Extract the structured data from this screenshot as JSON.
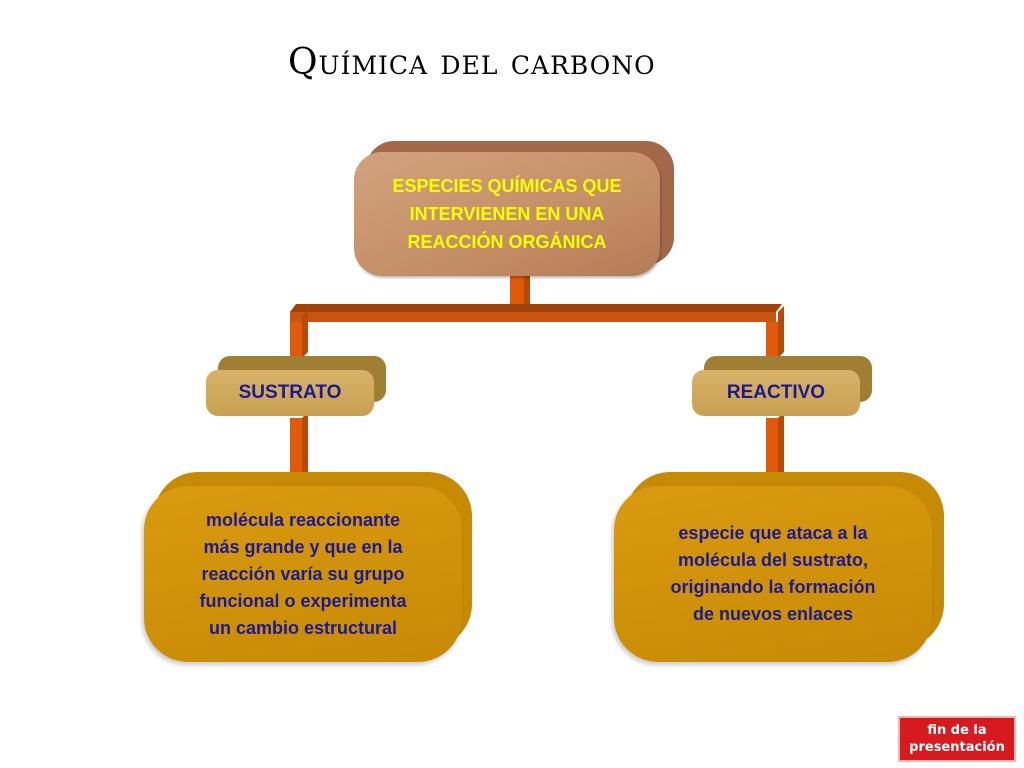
{
  "title": "Química del carbono",
  "root": {
    "lines": [
      "ESPECIES QUÍMICAS QUE",
      "INTERVIENEN EN UNA",
      "REACCIÓN ORGÁNICA"
    ]
  },
  "branches": [
    {
      "label": "SUSTRATO",
      "description": [
        "molécula reaccionante",
        "más grande y que en la",
        "reacción varía su grupo",
        "funcional o experimenta",
        "un cambio estructural"
      ]
    },
    {
      "label": "REACTIVO",
      "description": [
        "especie que ataca a la",
        "molécula del sustrato,",
        "originando la formación",
        "de nuevos enlaces"
      ]
    }
  ],
  "end_button": {
    "line1": "fin de la",
    "line2": "presentación"
  },
  "colors": {
    "root_text": "#ffff00",
    "node_text": "#1b1b8f",
    "connector": "#e05a0c",
    "end_button": "#d71920"
  }
}
